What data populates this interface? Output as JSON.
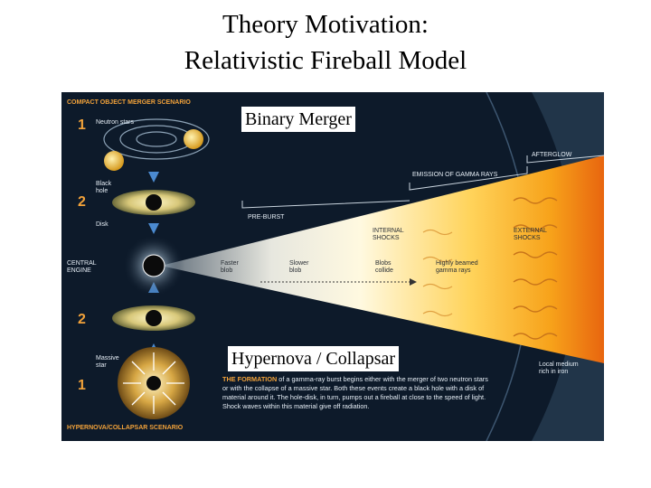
{
  "slide": {
    "title_line1": "Theory Motivation:",
    "title_line2": "Relativistic Fireball Model"
  },
  "overlays": {
    "top": "Binary Merger",
    "bottom": "Hypernova / Collapsar"
  },
  "figure": {
    "scenario_top": "COMPACT OBJECT MERGER SCENARIO",
    "scenario_bottom": "HYPERNOVA/COLLAPSAR SCENARIO",
    "step1_top": "1",
    "step2_top": "2",
    "step2_bottom": "2",
    "step1_bottom": "1",
    "neutron_stars": "Neutron stars",
    "black_hole": "Black hole",
    "disk": "Disk",
    "central_engine": "CENTRAL ENGINE",
    "massive_star": "Massive star",
    "pre_burst": "PRE-BURST",
    "emission": "EMISSION OF GAMMA RAYS",
    "afterglow": "AFTERGLOW",
    "internal_shocks": "INTERNAL SHOCKS",
    "external_shocks": "EXTERNAL SHOCKS",
    "faster_blob": "Faster blob",
    "slower_blob": "Slower blob",
    "blobs_collide": "Blobs collide",
    "highly_beamed": "Highly beamed gamma rays",
    "local_medium": "Local medium rich in iron",
    "caption_lead": "THE FORMATION",
    "caption_rest": " of a gamma-ray burst begins either with the merger of two neutron stars or with the collapse of a massive star. Both these events create a black hole with a disk of material around it. The hole-disk, in turn, pumps out a fireball at close to the speed of light. Shock waves within this material give off radiation."
  }
}
